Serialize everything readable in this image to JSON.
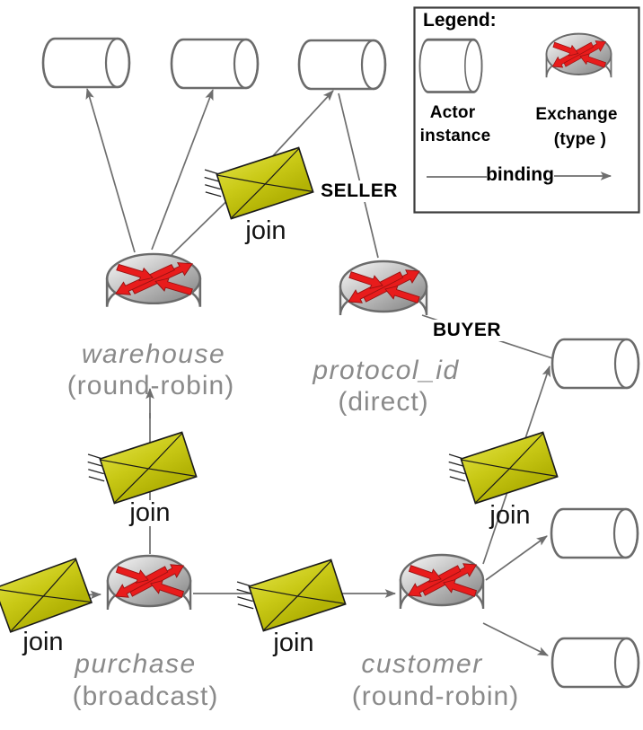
{
  "legend": {
    "title": "Legend:",
    "actor_line1": "Actor",
    "actor_line2": "instance",
    "exchange_line1": "Exchange",
    "exchange_line2": "(type )",
    "binding_label": "binding"
  },
  "exchanges": {
    "warehouse": {
      "name": "warehouse",
      "type": "(round-robin)"
    },
    "protocol_id": {
      "name": "protocol_id",
      "type": "(direct)"
    },
    "purchase": {
      "name": "purchase",
      "type": "(broadcast)"
    },
    "customer": {
      "name": "customer",
      "type": "(round-robin)"
    }
  },
  "routing_keys": {
    "seller": "SELLER",
    "buyer": "BUYER"
  },
  "message_labels": {
    "join1": "join",
    "join2": "join",
    "join3": "join",
    "join4": "join",
    "join5": "join"
  },
  "colors": {
    "binding_line": "#6e6e6e",
    "shape_outline": "#6b6b6b",
    "envelope_fill": "#c9c916",
    "exchange_arrow_red": "#e81c1c",
    "exchange_label_gray": "#8a8a8a",
    "text_black": "#000000",
    "legend_border": "#3d3d3d"
  }
}
